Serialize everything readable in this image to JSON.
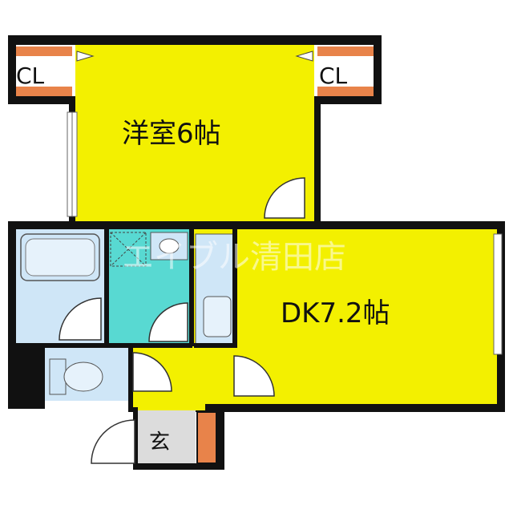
{
  "rooms": {
    "western_room": "洋室6帖",
    "dining_kitchen": "DK7.2帖",
    "entrance": "玄",
    "closet_left": "CL",
    "closet_right": "CL"
  },
  "watermark": "エイブル清田店",
  "colors": {
    "room_fill": "#f3f000",
    "bath_fill": "#cfe6f7",
    "toilet_room_fill": "#58d9d2",
    "closet_shelf": "#e8834a",
    "entrance_floor": "#dcdcdc",
    "wall": "#111111"
  }
}
